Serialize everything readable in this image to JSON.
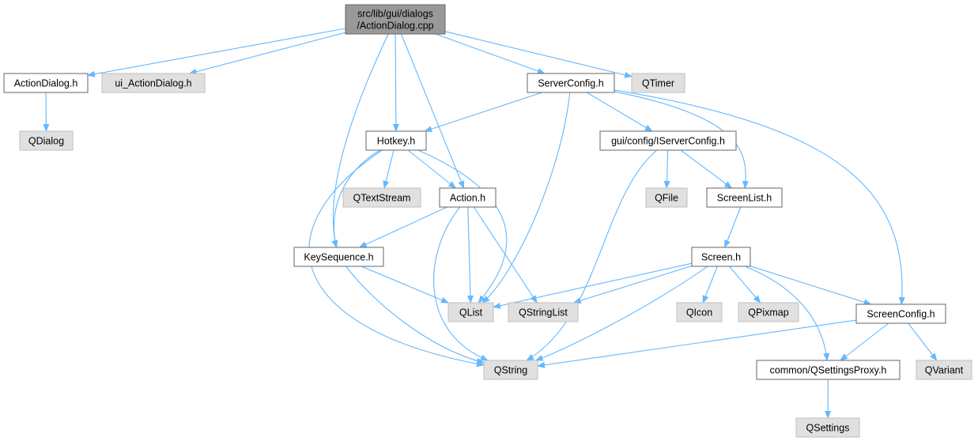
{
  "colors": {
    "edge": "#63b8ff",
    "root_fill": "#999999",
    "external_fill": "#e0e0e0",
    "internal_fill": "#ffffff",
    "border": "#666666"
  },
  "nodes": [
    {
      "id": "root",
      "lines": [
        "src/lib/gui/dialogs",
        "/ActionDialog.cpp"
      ],
      "kind": "root"
    },
    {
      "id": "actiondialog_h",
      "lines": [
        "ActionDialog.h"
      ],
      "kind": "internal"
    },
    {
      "id": "ui_actiondialog_h",
      "lines": [
        "ui_ActionDialog.h"
      ],
      "kind": "external"
    },
    {
      "id": "serverconfig_h",
      "lines": [
        "ServerConfig.h"
      ],
      "kind": "internal"
    },
    {
      "id": "qtimer",
      "lines": [
        "QTimer"
      ],
      "kind": "external"
    },
    {
      "id": "qdialog",
      "lines": [
        "QDialog"
      ],
      "kind": "external"
    },
    {
      "id": "hotkey_h",
      "lines": [
        "Hotkey.h"
      ],
      "kind": "internal"
    },
    {
      "id": "iserverconfig_h",
      "lines": [
        "gui/config/IServerConfig.h"
      ],
      "kind": "internal"
    },
    {
      "id": "qtextstream",
      "lines": [
        "QTextStream"
      ],
      "kind": "external"
    },
    {
      "id": "action_h",
      "lines": [
        "Action.h"
      ],
      "kind": "internal"
    },
    {
      "id": "qfile",
      "lines": [
        "QFile"
      ],
      "kind": "external"
    },
    {
      "id": "screenlist_h",
      "lines": [
        "ScreenList.h"
      ],
      "kind": "internal"
    },
    {
      "id": "keysequence_h",
      "lines": [
        "KeySequence.h"
      ],
      "kind": "internal"
    },
    {
      "id": "screen_h",
      "lines": [
        "Screen.h"
      ],
      "kind": "internal"
    },
    {
      "id": "qlist",
      "lines": [
        "QList"
      ],
      "kind": "external"
    },
    {
      "id": "qstringlist",
      "lines": [
        "QStringList"
      ],
      "kind": "external"
    },
    {
      "id": "qicon",
      "lines": [
        "QIcon"
      ],
      "kind": "external"
    },
    {
      "id": "qpixmap",
      "lines": [
        "QPixmap"
      ],
      "kind": "external"
    },
    {
      "id": "screenconfig_h",
      "lines": [
        "ScreenConfig.h"
      ],
      "kind": "internal"
    },
    {
      "id": "qstring",
      "lines": [
        "QString"
      ],
      "kind": "external"
    },
    {
      "id": "qsettingsproxy_h",
      "lines": [
        "common/QSettingsProxy.h"
      ],
      "kind": "internal"
    },
    {
      "id": "qvariant",
      "lines": [
        "QVariant"
      ],
      "kind": "external"
    },
    {
      "id": "qsettings",
      "lines": [
        "QSettings"
      ],
      "kind": "external"
    }
  ],
  "edges": [
    {
      "from": "root",
      "to": "actiondialog_h"
    },
    {
      "from": "root",
      "to": "ui_actiondialog_h"
    },
    {
      "from": "root",
      "to": "serverconfig_h"
    },
    {
      "from": "root",
      "to": "qtimer"
    },
    {
      "from": "root",
      "to": "hotkey_h"
    },
    {
      "from": "root",
      "to": "action_h"
    },
    {
      "from": "root",
      "to": "keysequence_h"
    },
    {
      "from": "actiondialog_h",
      "to": "qdialog"
    },
    {
      "from": "serverconfig_h",
      "to": "hotkey_h"
    },
    {
      "from": "serverconfig_h",
      "to": "iserverconfig_h"
    },
    {
      "from": "serverconfig_h",
      "to": "screenlist_h"
    },
    {
      "from": "serverconfig_h",
      "to": "screenconfig_h"
    },
    {
      "from": "serverconfig_h",
      "to": "qlist"
    },
    {
      "from": "hotkey_h",
      "to": "qtextstream"
    },
    {
      "from": "hotkey_h",
      "to": "action_h"
    },
    {
      "from": "hotkey_h",
      "to": "keysequence_h"
    },
    {
      "from": "hotkey_h",
      "to": "qlist"
    },
    {
      "from": "hotkey_h",
      "to": "qstring"
    },
    {
      "from": "iserverconfig_h",
      "to": "qfile"
    },
    {
      "from": "iserverconfig_h",
      "to": "screenlist_h"
    },
    {
      "from": "iserverconfig_h",
      "to": "qstring"
    },
    {
      "from": "action_h",
      "to": "keysequence_h"
    },
    {
      "from": "action_h",
      "to": "qlist"
    },
    {
      "from": "action_h",
      "to": "qstringlist"
    },
    {
      "from": "action_h",
      "to": "qstring"
    },
    {
      "from": "screenlist_h",
      "to": "screen_h"
    },
    {
      "from": "keysequence_h",
      "to": "qlist"
    },
    {
      "from": "keysequence_h",
      "to": "qstring"
    },
    {
      "from": "screen_h",
      "to": "qlist"
    },
    {
      "from": "screen_h",
      "to": "qstringlist"
    },
    {
      "from": "screen_h",
      "to": "qicon"
    },
    {
      "from": "screen_h",
      "to": "qpixmap"
    },
    {
      "from": "screen_h",
      "to": "screenconfig_h"
    },
    {
      "from": "screen_h",
      "to": "qstring"
    },
    {
      "from": "screen_h",
      "to": "qsettingsproxy_h"
    },
    {
      "from": "screenconfig_h",
      "to": "qsettingsproxy_h"
    },
    {
      "from": "screenconfig_h",
      "to": "qvariant"
    },
    {
      "from": "screenconfig_h",
      "to": "qstring"
    },
    {
      "from": "qsettingsproxy_h",
      "to": "qsettings"
    }
  ]
}
